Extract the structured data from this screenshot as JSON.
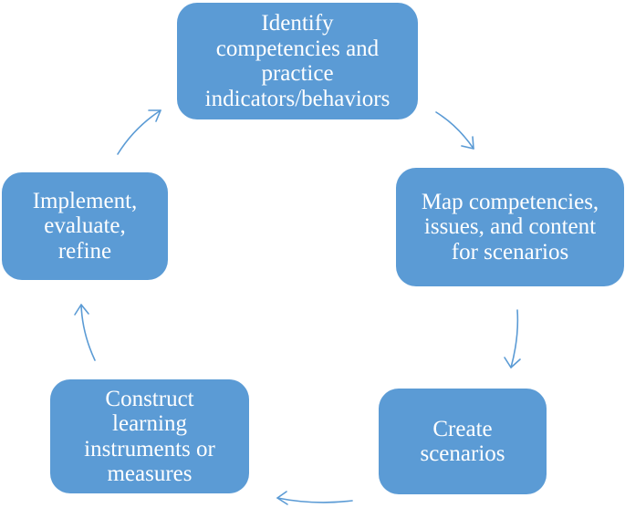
{
  "diagram": {
    "steps": [
      {
        "label": "Identify\ncompetencies and\npractice\nindicators/behaviors"
      },
      {
        "label": "Map competencies,\nissues, and content\nfor scenarios"
      },
      {
        "label": "Create\nscenarios"
      },
      {
        "label": "Construct\nlearning\ninstruments or\nmeasures"
      },
      {
        "label": "Implement,\nevaluate,\nrefine"
      }
    ],
    "colors": {
      "node_fill": "#5b9bd5",
      "node_text": "#ffffff",
      "arrow": "#5b9bd5",
      "background": "#ffffff"
    }
  }
}
